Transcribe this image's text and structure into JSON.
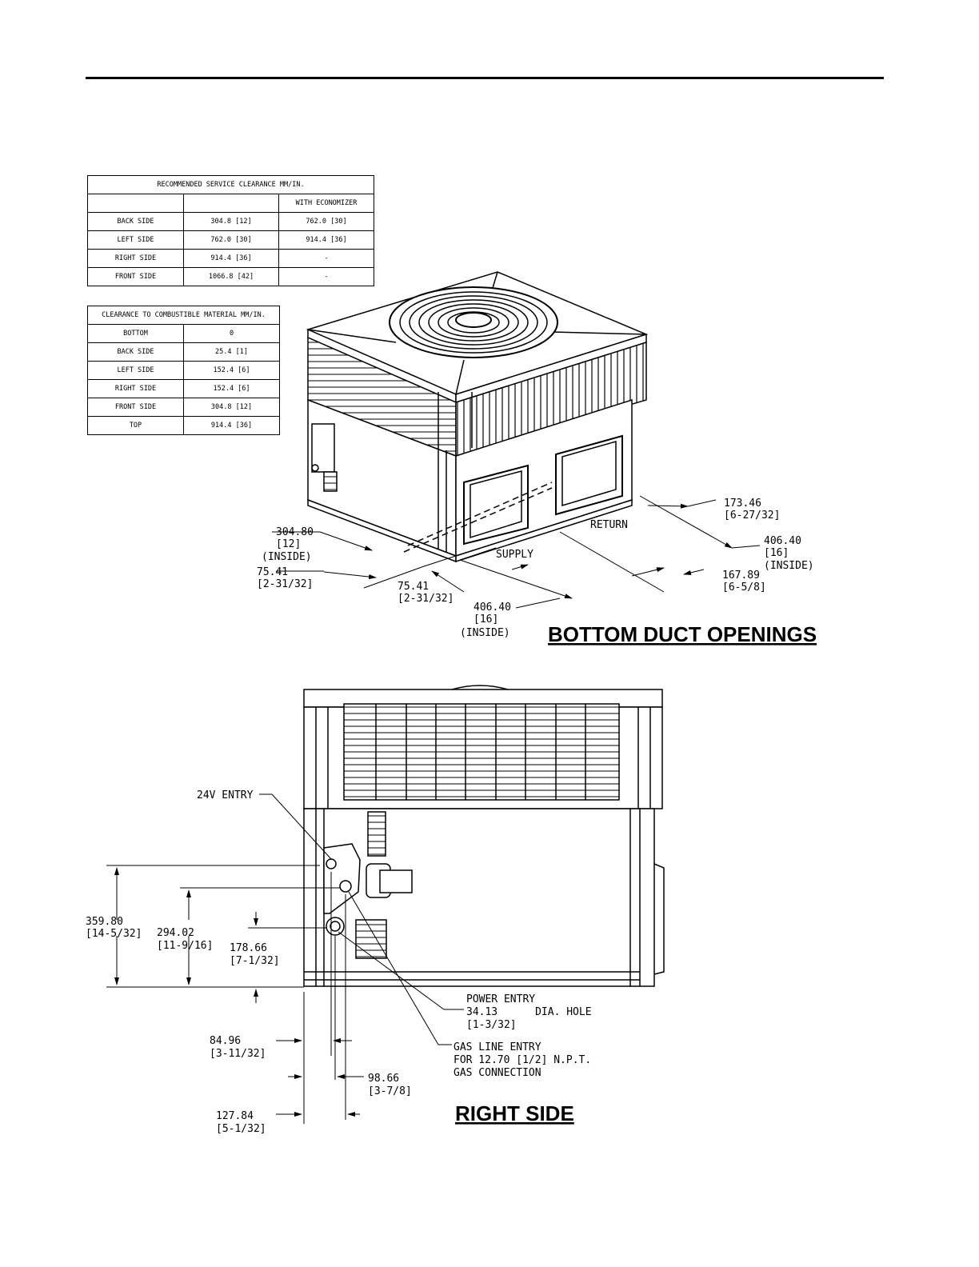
{
  "service_table": {
    "title": "RECOMMENDED SERVICE CLEARANCE MM/IN.",
    "col_headers": [
      "",
      "",
      "WITH ECONOMIZER"
    ],
    "rows": [
      [
        "BACK SIDE",
        "304.8 [12]",
        "762.0 [30]"
      ],
      [
        "LEFT SIDE",
        "762.0 [30]",
        "914.4 [36]"
      ],
      [
        "RIGHT SIDE",
        "914.4 [36]",
        "-"
      ],
      [
        "FRONT SIDE",
        "1066.8 [42]",
        "-"
      ]
    ]
  },
  "combustible_table": {
    "title": "CLEARANCE TO COMBUSTIBLE MATERIAL MM/IN.",
    "rows": [
      [
        "BOTTOM",
        "0"
      ],
      [
        "BACK SIDE",
        "25.4 [1]"
      ],
      [
        "LEFT SIDE",
        "152.4 [6]"
      ],
      [
        "RIGHT SIDE",
        "152.4 [6]"
      ],
      [
        "FRONT SIDE",
        "304.8 [12]"
      ],
      [
        "TOP",
        "914.4 [36]"
      ]
    ]
  },
  "bottom_view": {
    "title": "BOTTOM DUCT OPENINGS",
    "return_label": "RETURN",
    "supply_label": "SUPPLY",
    "dims": {
      "d1": [
        "173.46",
        "[6-27/32]"
      ],
      "d2": [
        "406.40",
        "[16]",
        "(INSIDE)"
      ],
      "d3": [
        "167.89",
        "[6-5/8]"
      ],
      "d4": [
        "304.80",
        "[12]",
        "(INSIDE)"
      ],
      "d5": [
        "75.41",
        "[2-31/32]"
      ],
      "d6": [
        "75.41",
        "[2-31/32]"
      ],
      "d7": [
        "406.40",
        "[16]",
        "(INSIDE)"
      ]
    }
  },
  "right_view": {
    "title": "RIGHT SIDE",
    "entry_24v": "24V ENTRY",
    "power_entry": [
      "POWER ENTRY",
      "34.13      DIA. HOLE",
      "[1-3/32]"
    ],
    "gas_entry": [
      "GAS LINE ENTRY",
      "FOR 12.70 [1/2] N.P.T.",
      "GAS CONNECTION"
    ],
    "dims": {
      "h1": [
        "359.80",
        "[14-5/32]"
      ],
      "h2": [
        "294.02",
        "[11-9/16]"
      ],
      "h3": [
        "178.66",
        "[7-1/32]"
      ],
      "w1": [
        "84.96",
        "[3-11/32]"
      ],
      "w2": [
        "98.66",
        "[3-7/8]"
      ],
      "w3": [
        "127.84",
        "[5-1/32]"
      ]
    }
  }
}
